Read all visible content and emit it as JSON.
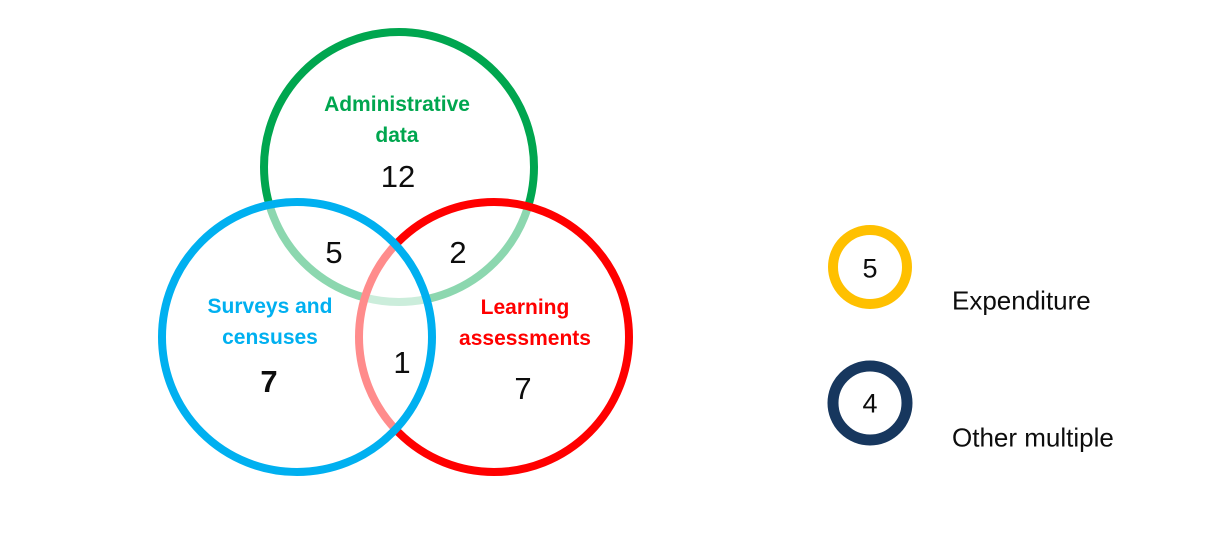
{
  "venn": {
    "sets": [
      {
        "name": "Administrative data",
        "label_lines": [
          "Administrative",
          "data"
        ],
        "value": "12",
        "color": "#00A64F"
      },
      {
        "name": "Surveys and censuses",
        "label_lines": [
          "Surveys and",
          "censuses"
        ],
        "value": "7",
        "color": "#00B0F0"
      },
      {
        "name": "Learning assessments",
        "label_lines": [
          "Learning",
          "assessments"
        ],
        "value": "7",
        "color": "#FF0000"
      }
    ],
    "overlaps": {
      "admin_surveys": "5",
      "admin_learning": "2",
      "surveys_learning": "1"
    }
  },
  "legend": {
    "items": [
      {
        "value": "5",
        "label": "Expenditure",
        "color": "#FFC000"
      },
      {
        "value": "4",
        "label": "Other multiple",
        "color": "#17375E"
      }
    ]
  },
  "chart_data": {
    "type": "venn",
    "title": "",
    "sets": [
      {
        "label": "Administrative data",
        "value": 12
      },
      {
        "label": "Surveys and censuses",
        "value": 7
      },
      {
        "label": "Learning assessments",
        "value": 7
      }
    ],
    "intersections": [
      {
        "sets": [
          "Administrative data",
          "Surveys and censuses"
        ],
        "value": 5
      },
      {
        "sets": [
          "Administrative data",
          "Learning assessments"
        ],
        "value": 2
      },
      {
        "sets": [
          "Surveys and censuses",
          "Learning assessments"
        ],
        "value": 1
      }
    ],
    "standalone_circles": [
      {
        "label": "Expenditure",
        "value": 5
      },
      {
        "label": "Other multiple",
        "value": 4
      }
    ]
  }
}
